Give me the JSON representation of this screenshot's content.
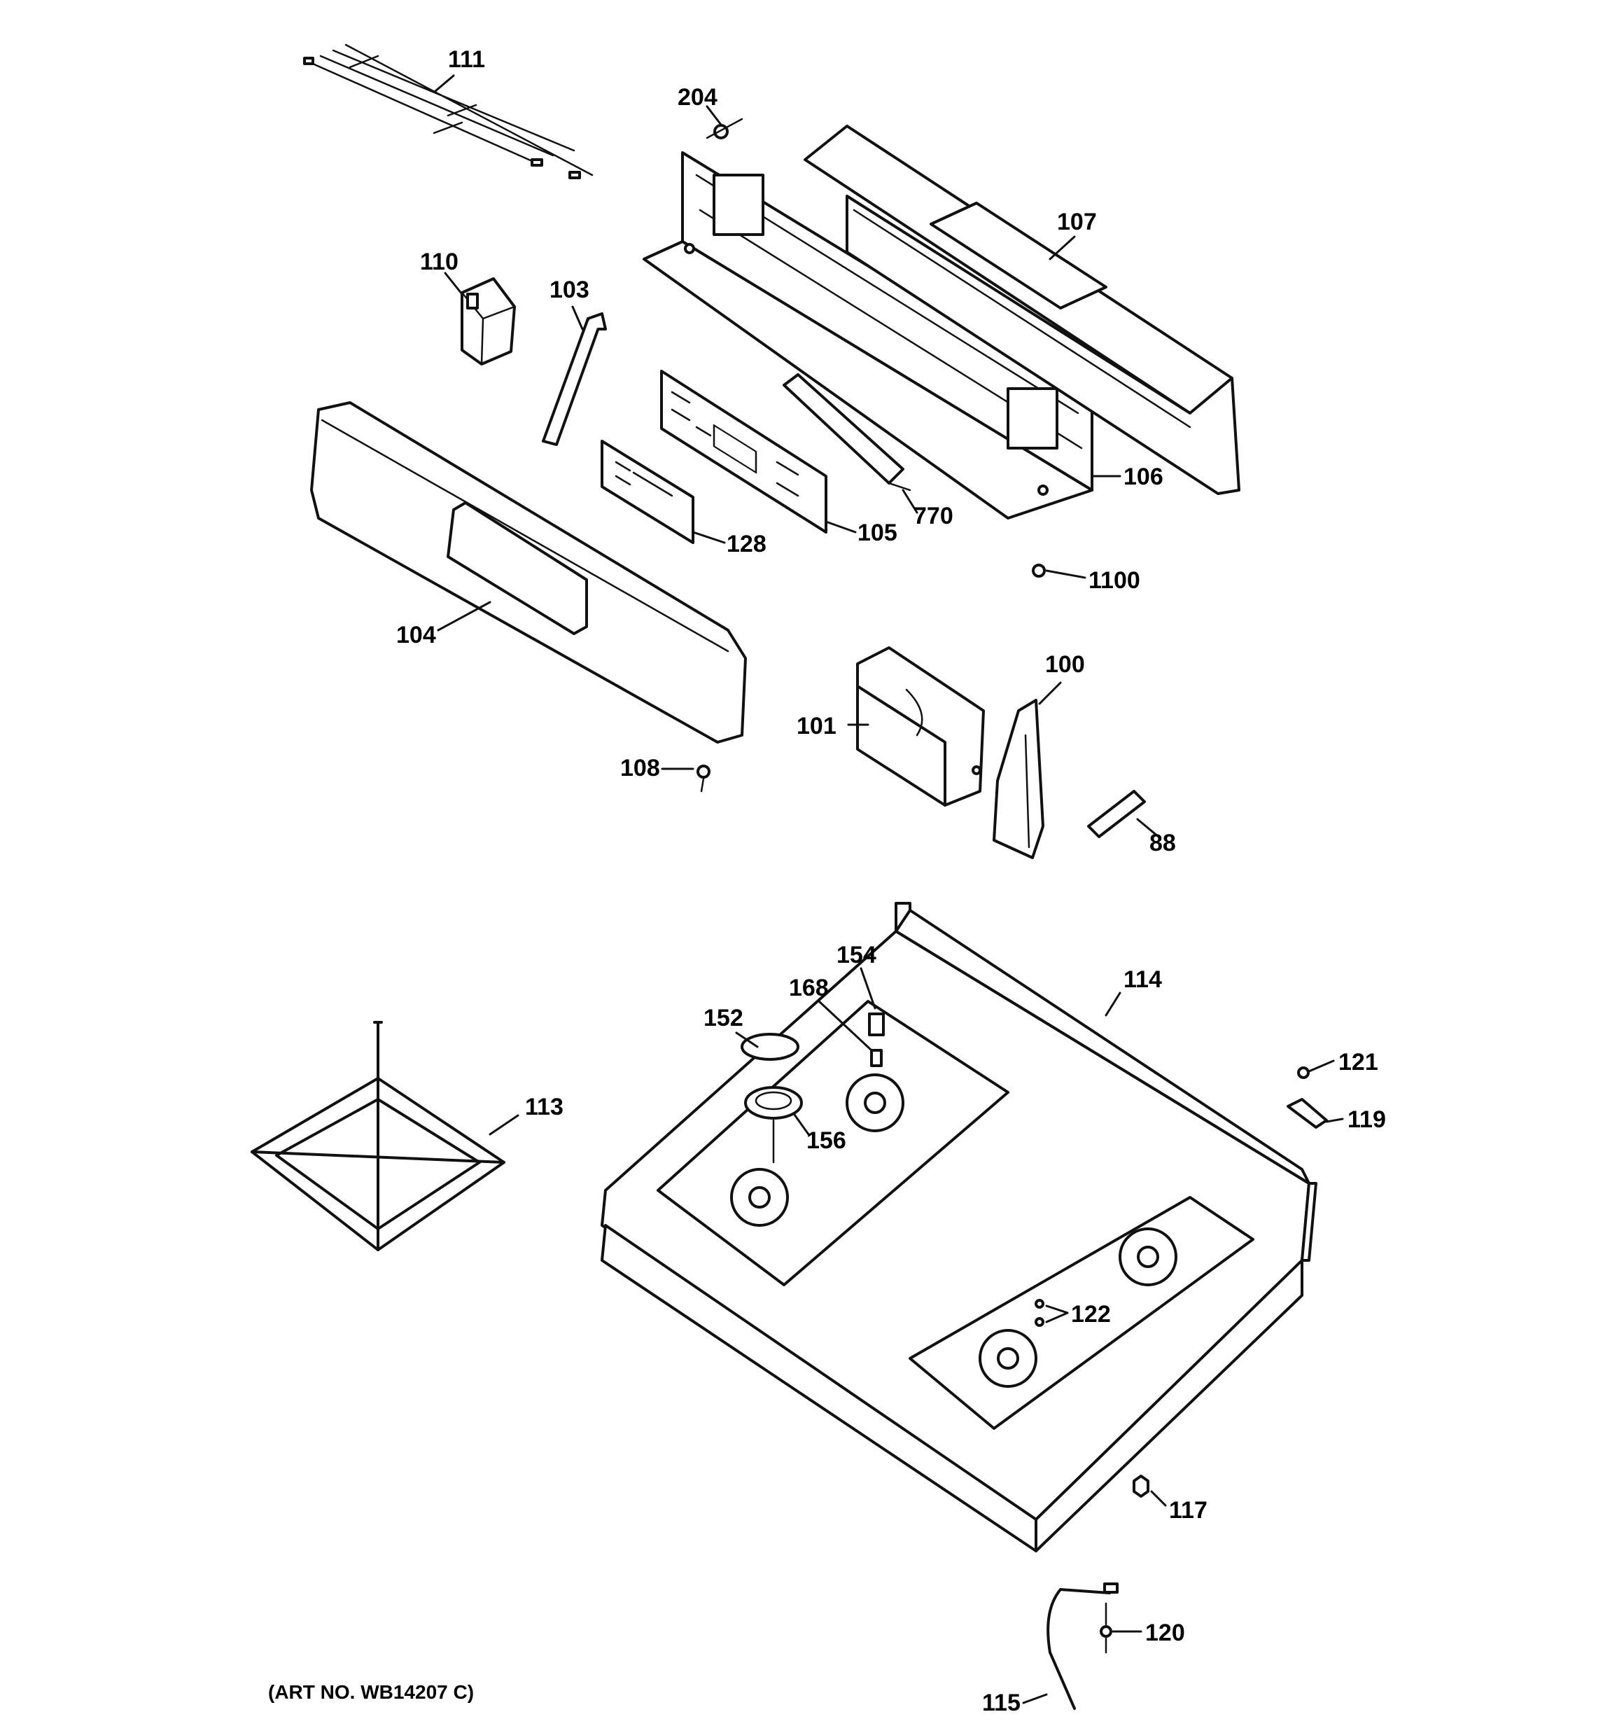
{
  "caption": "(ART NO. WB14207 C)",
  "labels": {
    "l111": "111",
    "l204": "204",
    "l107": "107",
    "l110": "110",
    "l103": "103",
    "l106": "106",
    "l770": "770",
    "l105": "105",
    "l128": "128",
    "l1100": "1100",
    "l104": "104",
    "l100": "100",
    "l101": "101",
    "l108": "108",
    "l88": "88",
    "l154": "154",
    "l114": "114",
    "l168": "168",
    "l152": "152",
    "l121": "121",
    "l113": "113",
    "l119": "119",
    "l156": "156",
    "l122": "122",
    "l117": "117",
    "l120": "120",
    "l115": "115"
  }
}
